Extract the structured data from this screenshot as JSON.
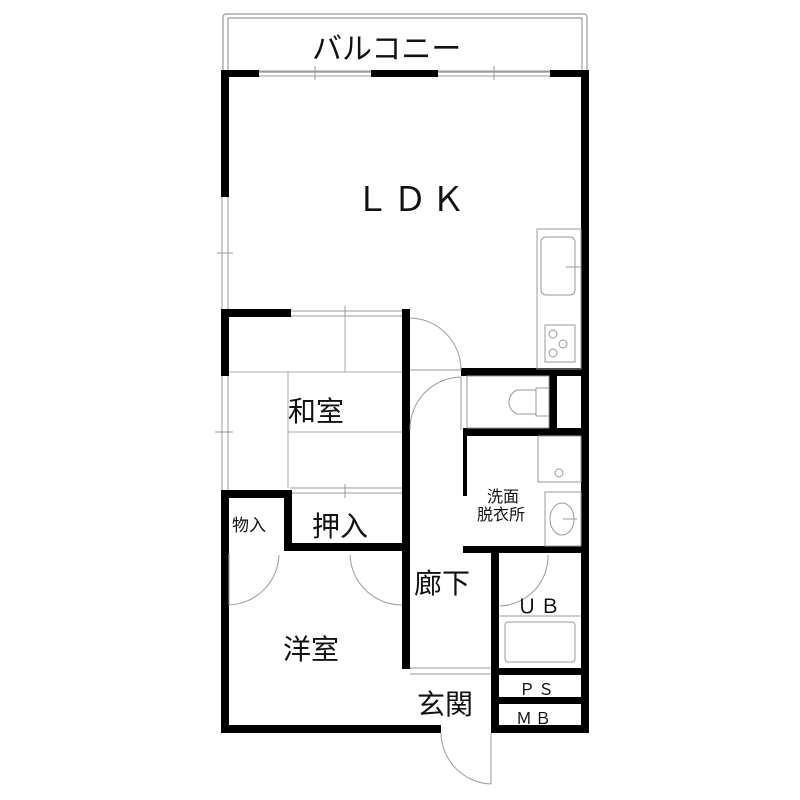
{
  "floorplan": {
    "colors": {
      "wall": "#000000",
      "line": "#999999",
      "background": "#ffffff"
    },
    "rooms": [
      {
        "id": "balcony",
        "label": "バルコニー"
      },
      {
        "id": "ldk",
        "label": "ＬＤＫ"
      },
      {
        "id": "washitsu",
        "label": "和室"
      },
      {
        "id": "oshiire",
        "label": "押入"
      },
      {
        "id": "monoire",
        "label": "物入"
      },
      {
        "id": "senmen",
        "label": "洗面\n脱衣所",
        "line1": "洗面",
        "line2": "脱衣所"
      },
      {
        "id": "rouka",
        "label": "廊下"
      },
      {
        "id": "ub",
        "label": "ＵＢ"
      },
      {
        "id": "youshitsu",
        "label": "洋室"
      },
      {
        "id": "genkan",
        "label": "玄関"
      },
      {
        "id": "ps",
        "label": "ＰＳ"
      },
      {
        "id": "mb",
        "label": "ＭＢ"
      }
    ],
    "fixtures": [
      "kitchen-sink",
      "stove-3-burner",
      "toilet",
      "washbasin",
      "washing-machine-pan",
      "bathtub"
    ]
  }
}
